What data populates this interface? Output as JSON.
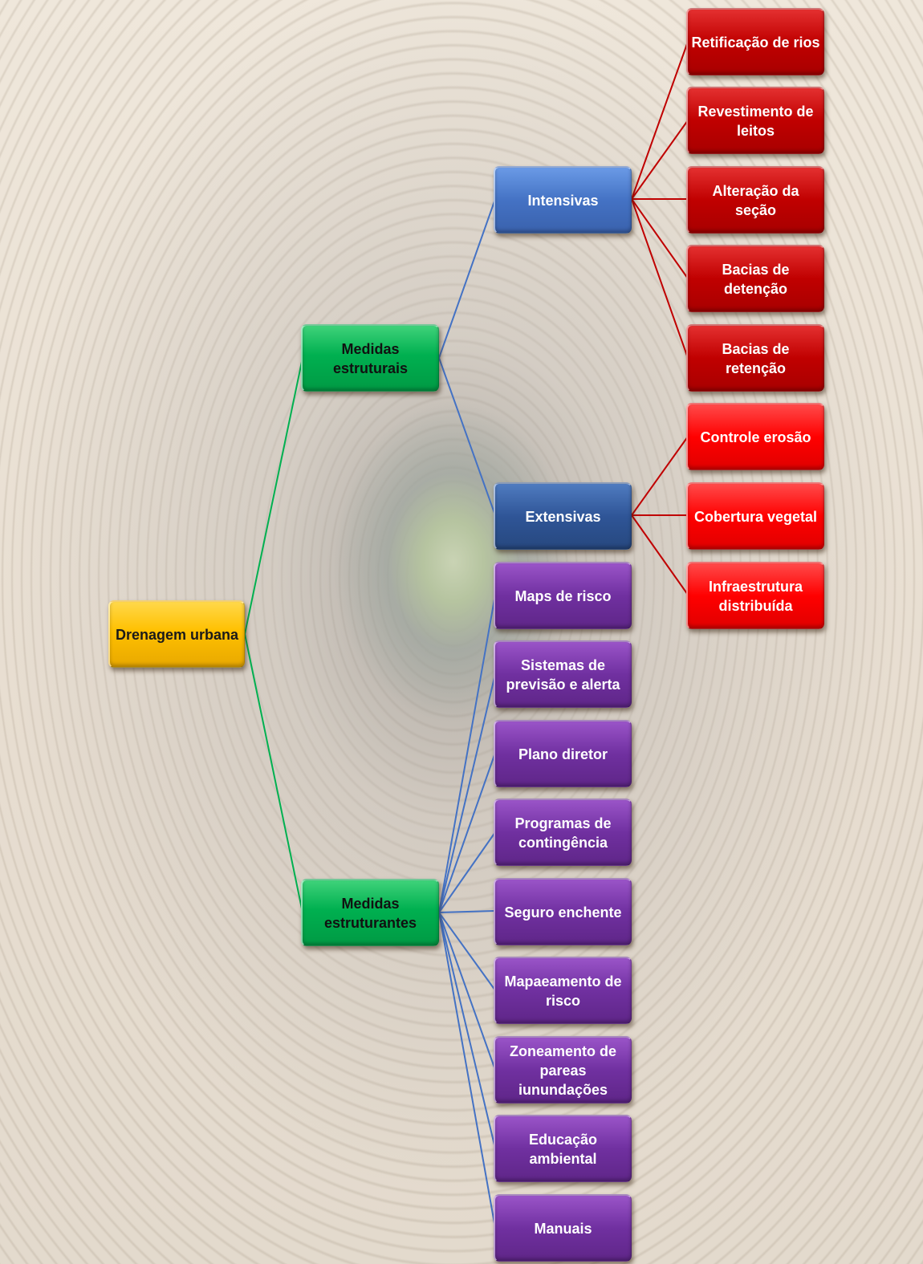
{
  "diagram": {
    "root": {
      "label": "Drenagem urbana"
    },
    "branches": [
      {
        "label": "Medidas estruturais",
        "children": [
          {
            "label": "Intensivas",
            "children": [
              "Retificação de rios",
              "Revestimento de leitos",
              "Alteração da seção",
              "Bacias de detenção",
              "Bacias de retenção"
            ]
          },
          {
            "label": "Extensivas",
            "children": [
              "Controle erosão",
              "Cobertura vegetal",
              "Infraestrutura distribuída"
            ]
          }
        ]
      },
      {
        "label": "Medidas estruturantes",
        "children": [
          "Maps de risco",
          "Sistemas de previsão e alerta",
          "Plano diretor",
          "Programas de contingência",
          "Seguro enchente",
          "Mapaeamento de risco",
          "Zoneamento de pareas iunundações",
          "Educação ambiental",
          "Manuais"
        ]
      }
    ]
  },
  "colors": {
    "root": "#ffc000",
    "level1": "#00b050",
    "intensivas": "#4472c4",
    "extensivas": "#2f5597",
    "intensivas_children": "#c00000",
    "extensivas_children": "#ff0000",
    "estruturantes_children": "#7030a0",
    "line_green": "#00b050",
    "line_blue": "#4472c4",
    "line_red": "#c00000"
  }
}
